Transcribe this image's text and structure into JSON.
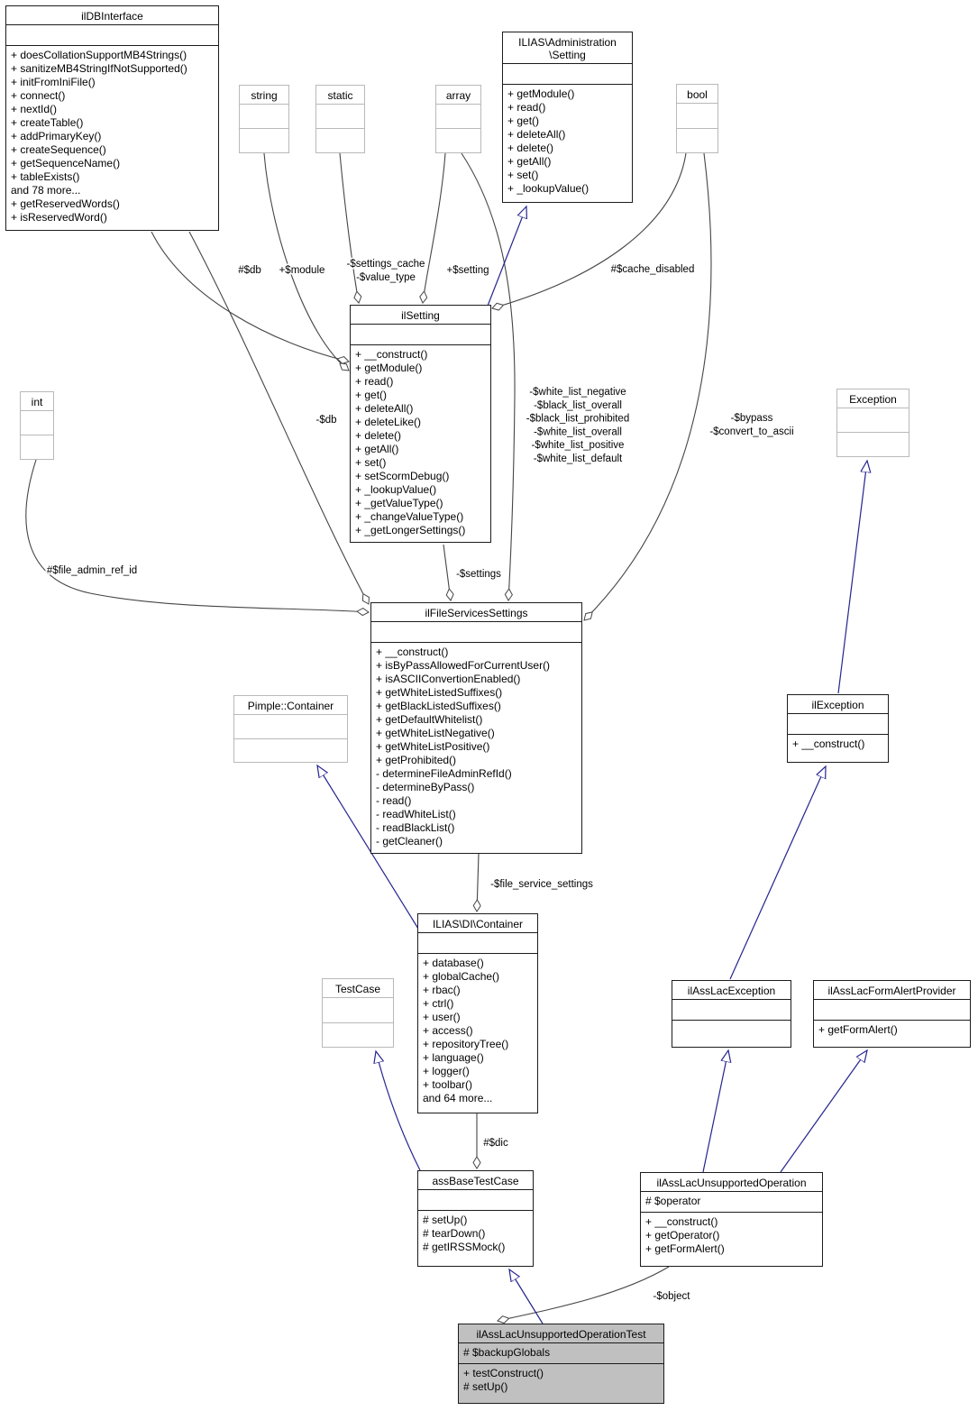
{
  "diagram": {
    "type": "uml-class-collaboration-graph",
    "colors": {
      "class_border": "#1c1c1c",
      "external_border": "#b9b9b9",
      "highlight_fill": "#c0c0c0",
      "inheritance_line": "#24248f",
      "association_line": "#454545",
      "background": "#ffffff"
    },
    "classes": [
      {
        "id": "ilDBInterface",
        "kind": "class",
        "title": [
          "ilDBInterface"
        ],
        "attributes": [],
        "methods": [
          "+ doesCollationSupportMB4Strings()",
          "+ sanitizeMB4StringIfNotSupported()",
          "+ initFromIniFile()",
          "+ connect()",
          "+ nextId()",
          "+ createTable()",
          "+ addPrimaryKey()",
          "+ createSequence()",
          "+ getSequenceName()",
          "+ tableExists()",
          "and 78 more...",
          "+ getReservedWords()",
          "+ isReservedWord()"
        ]
      },
      {
        "id": "AdminSetting",
        "kind": "class",
        "title": [
          "ILIAS\\Administration",
          "\\Setting"
        ],
        "attributes": [],
        "methods": [
          "+ getModule()",
          "+ read()",
          "+ get()",
          "+ deleteAll()",
          "+ delete()",
          "+ getAll()",
          "+ set()",
          "+ _lookupValue()"
        ]
      },
      {
        "id": "string",
        "kind": "external",
        "title": [
          "string"
        ],
        "attributes": [],
        "methods": []
      },
      {
        "id": "static",
        "kind": "external",
        "title": [
          "static"
        ],
        "attributes": [],
        "methods": []
      },
      {
        "id": "array",
        "kind": "external",
        "title": [
          "array"
        ],
        "attributes": [],
        "methods": []
      },
      {
        "id": "bool",
        "kind": "external",
        "title": [
          "bool"
        ],
        "attributes": [],
        "methods": []
      },
      {
        "id": "ilSetting",
        "kind": "class",
        "title": [
          "ilSetting"
        ],
        "attributes": [],
        "methods": [
          "+ __construct()",
          "+ getModule()",
          "+ read()",
          "+ get()",
          "+ deleteAll()",
          "+ deleteLike()",
          "+ delete()",
          "+ getAll()",
          "+ set()",
          "+ setScormDebug()",
          "+ _lookupValue()",
          "+ _getValueType()",
          "+ _changeValueType()",
          "+ _getLongerSettings()"
        ]
      },
      {
        "id": "int",
        "kind": "external",
        "title": [
          "int"
        ],
        "attributes": [],
        "methods": []
      },
      {
        "id": "Exception",
        "kind": "external",
        "title": [
          "Exception"
        ],
        "attributes": [],
        "methods": []
      },
      {
        "id": "ilFileServicesSettings",
        "kind": "class",
        "title": [
          "ilFileServicesSettings"
        ],
        "attributes": [],
        "methods": [
          "+ __construct()",
          "+ isByPassAllowedForCurrentUser()",
          "+ isASCIIConvertionEnabled()",
          "+ getWhiteListedSuffixes()",
          "+ getBlackListedSuffixes()",
          "+ getDefaultWhitelist()",
          "+ getWhiteListNegative()",
          "+ getWhiteListPositive()",
          "+ getProhibited()",
          "- determineFileAdminRefId()",
          "- determineByPass()",
          "- read()",
          "- readWhiteList()",
          "- readBlackList()",
          "- getCleaner()"
        ]
      },
      {
        "id": "PimpleContainer",
        "kind": "external",
        "title": [
          "Pimple::Container"
        ],
        "attributes": [],
        "methods": []
      },
      {
        "id": "ilException",
        "kind": "class",
        "title": [
          "ilException"
        ],
        "attributes": [],
        "methods": [
          "+ __construct()"
        ]
      },
      {
        "id": "DIContainer",
        "kind": "class",
        "title": [
          "ILIAS\\DI\\Container"
        ],
        "attributes": [],
        "methods": [
          "+ database()",
          "+ globalCache()",
          "+ rbac()",
          "+ ctrl()",
          "+ user()",
          "+ access()",
          "+ repositoryTree()",
          "+ language()",
          "+ logger()",
          "+ toolbar()",
          "and 64 more..."
        ]
      },
      {
        "id": "TestCase",
        "kind": "external",
        "title": [
          "TestCase"
        ],
        "attributes": [],
        "methods": []
      },
      {
        "id": "ilAssLacException",
        "kind": "class",
        "title": [
          "ilAssLacException"
        ],
        "attributes": [],
        "methods": []
      },
      {
        "id": "ilAssLacFormAlertProvider",
        "kind": "class",
        "title": [
          "ilAssLacFormAlertProvider"
        ],
        "attributes": [],
        "methods": [
          "+ getFormAlert()"
        ]
      },
      {
        "id": "assBaseTestCase",
        "kind": "class",
        "title": [
          "assBaseTestCase"
        ],
        "attributes": [],
        "methods": [
          "# setUp()",
          "# tearDown()",
          "# getIRSSMock()"
        ]
      },
      {
        "id": "ilAssLacUnsupportedOperation",
        "kind": "class",
        "title": [
          "ilAssLacUnsupportedOperation"
        ],
        "attributes": [
          "# $operator"
        ],
        "methods": [
          "+ __construct()",
          "+ getOperator()",
          "+ getFormAlert()"
        ]
      },
      {
        "id": "ilAssLacUnsupportedOperationTest",
        "kind": "highlight",
        "title": [
          "ilAssLacUnsupportedOperationTest"
        ],
        "attributes": [
          "# $backupGlobals"
        ],
        "methods": [
          "+ testConstruct()",
          "# setUp()"
        ]
      }
    ],
    "edges": [
      {
        "id": "e_db_setting",
        "from": "ilDBInterface",
        "to": "ilSetting",
        "kind": "aggregation",
        "label": [
          "#$db"
        ]
      },
      {
        "id": "e_module",
        "from": "string",
        "to": "ilSetting",
        "kind": "aggregation",
        "label": [
          "+$module"
        ]
      },
      {
        "id": "e_settings_cache",
        "from": "static",
        "to": "ilSetting",
        "kind": "aggregation",
        "label": [
          "-$settings_cache",
          "-$value_type"
        ]
      },
      {
        "id": "e_setting",
        "from": "array",
        "to": "ilSetting",
        "kind": "aggregation",
        "label": [
          "+$setting"
        ]
      },
      {
        "id": "e_whitelists",
        "from": "array",
        "to": "ilFileServicesSettings",
        "kind": "aggregation",
        "label": [
          "-$white_list_negative",
          "-$black_list_overall",
          "-$black_list_prohibited",
          "-$white_list_overall",
          "-$white_list_positive",
          "-$white_list_default"
        ]
      },
      {
        "id": "e_cache_disabled",
        "from": "bool",
        "to": "ilSetting",
        "kind": "aggregation",
        "label": [
          "#$cache_disabled"
        ]
      },
      {
        "id": "e_bypass",
        "from": "bool",
        "to": "ilFileServicesSettings",
        "kind": "aggregation",
        "label": [
          "-$bypass",
          "-$convert_to_ascii"
        ]
      },
      {
        "id": "e_db_fss",
        "from": "ilDBInterface",
        "to": "ilFileServicesSettings",
        "kind": "aggregation",
        "label": [
          "-$db"
        ]
      },
      {
        "id": "e_file_admin",
        "from": "int",
        "to": "ilFileServicesSettings",
        "kind": "aggregation",
        "label": [
          "#$file_admin_ref_id"
        ]
      },
      {
        "id": "e_settings",
        "from": "ilSetting",
        "to": "ilFileServicesSettings",
        "kind": "aggregation",
        "label": [
          "-$settings"
        ]
      },
      {
        "id": "e_fss_di",
        "from": "ilFileServicesSettings",
        "to": "DIContainer",
        "kind": "aggregation",
        "label": [
          "-$file_service_settings"
        ]
      },
      {
        "id": "e_dic",
        "from": "DIContainer",
        "to": "assBaseTestCase",
        "kind": "aggregation",
        "label": [
          "#$dic"
        ]
      },
      {
        "id": "e_object",
        "from": "ilAssLacUnsupportedOperation",
        "to": "ilAssLacUnsupportedOperationTest",
        "kind": "aggregation",
        "label": [
          "-$object"
        ]
      },
      {
        "id": "i_setting",
        "from": "ilSetting",
        "to": "AdminSetting",
        "kind": "inheritance",
        "label": []
      },
      {
        "id": "i_ilexception",
        "from": "ilException",
        "to": "Exception",
        "kind": "inheritance",
        "label": []
      },
      {
        "id": "i_asslacexc",
        "from": "ilAssLacException",
        "to": "ilException",
        "kind": "inheritance",
        "label": []
      },
      {
        "id": "i_dicontainer",
        "from": "DIContainer",
        "to": "PimpleContainer",
        "kind": "inheritance",
        "label": []
      },
      {
        "id": "i_assbase",
        "from": "assBaseTestCase",
        "to": "TestCase",
        "kind": "inheritance",
        "label": []
      },
      {
        "id": "i_op_exc",
        "from": "ilAssLacUnsupportedOperation",
        "to": "ilAssLacException",
        "kind": "inheritance",
        "label": []
      },
      {
        "id": "i_op_fap",
        "from": "ilAssLacUnsupportedOperation",
        "to": "ilAssLacFormAlertProvider",
        "kind": "inheritance",
        "label": []
      },
      {
        "id": "i_test_base",
        "from": "ilAssLacUnsupportedOperationTest",
        "to": "assBaseTestCase",
        "kind": "inheritance",
        "label": []
      }
    ]
  }
}
